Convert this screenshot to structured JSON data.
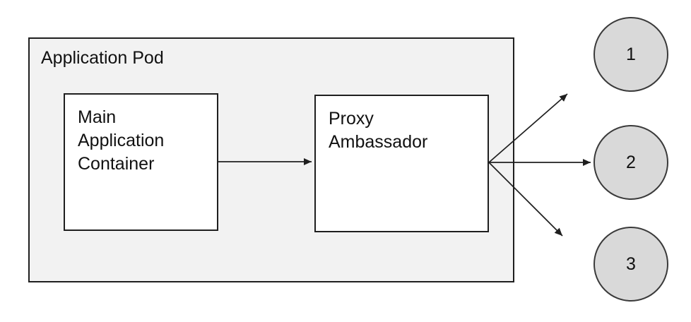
{
  "diagram": {
    "pod": {
      "label": "Application Pod",
      "fill_color": "#f2f2f2",
      "border_color": "#1f1f1f"
    },
    "nodes": {
      "main_container": {
        "label": "Main Application Container",
        "lines": [
          "Main",
          "Application",
          "Container"
        ],
        "fill_color": "#ffffff"
      },
      "proxy_ambassador": {
        "label": "Proxy Ambassador",
        "lines": [
          "Proxy",
          "Ambassador"
        ],
        "fill_color": "#ffffff"
      }
    },
    "endpoints": [
      {
        "label": "1"
      },
      {
        "label": "2"
      },
      {
        "label": "3"
      }
    ],
    "endpoint_fill_color": "#d9d9d9",
    "connections": [
      {
        "from": "main_container",
        "to": "proxy_ambassador"
      },
      {
        "from": "proxy_ambassador",
        "to": "endpoint-1"
      },
      {
        "from": "proxy_ambassador",
        "to": "endpoint-2"
      },
      {
        "from": "proxy_ambassador",
        "to": "endpoint-3"
      }
    ]
  }
}
